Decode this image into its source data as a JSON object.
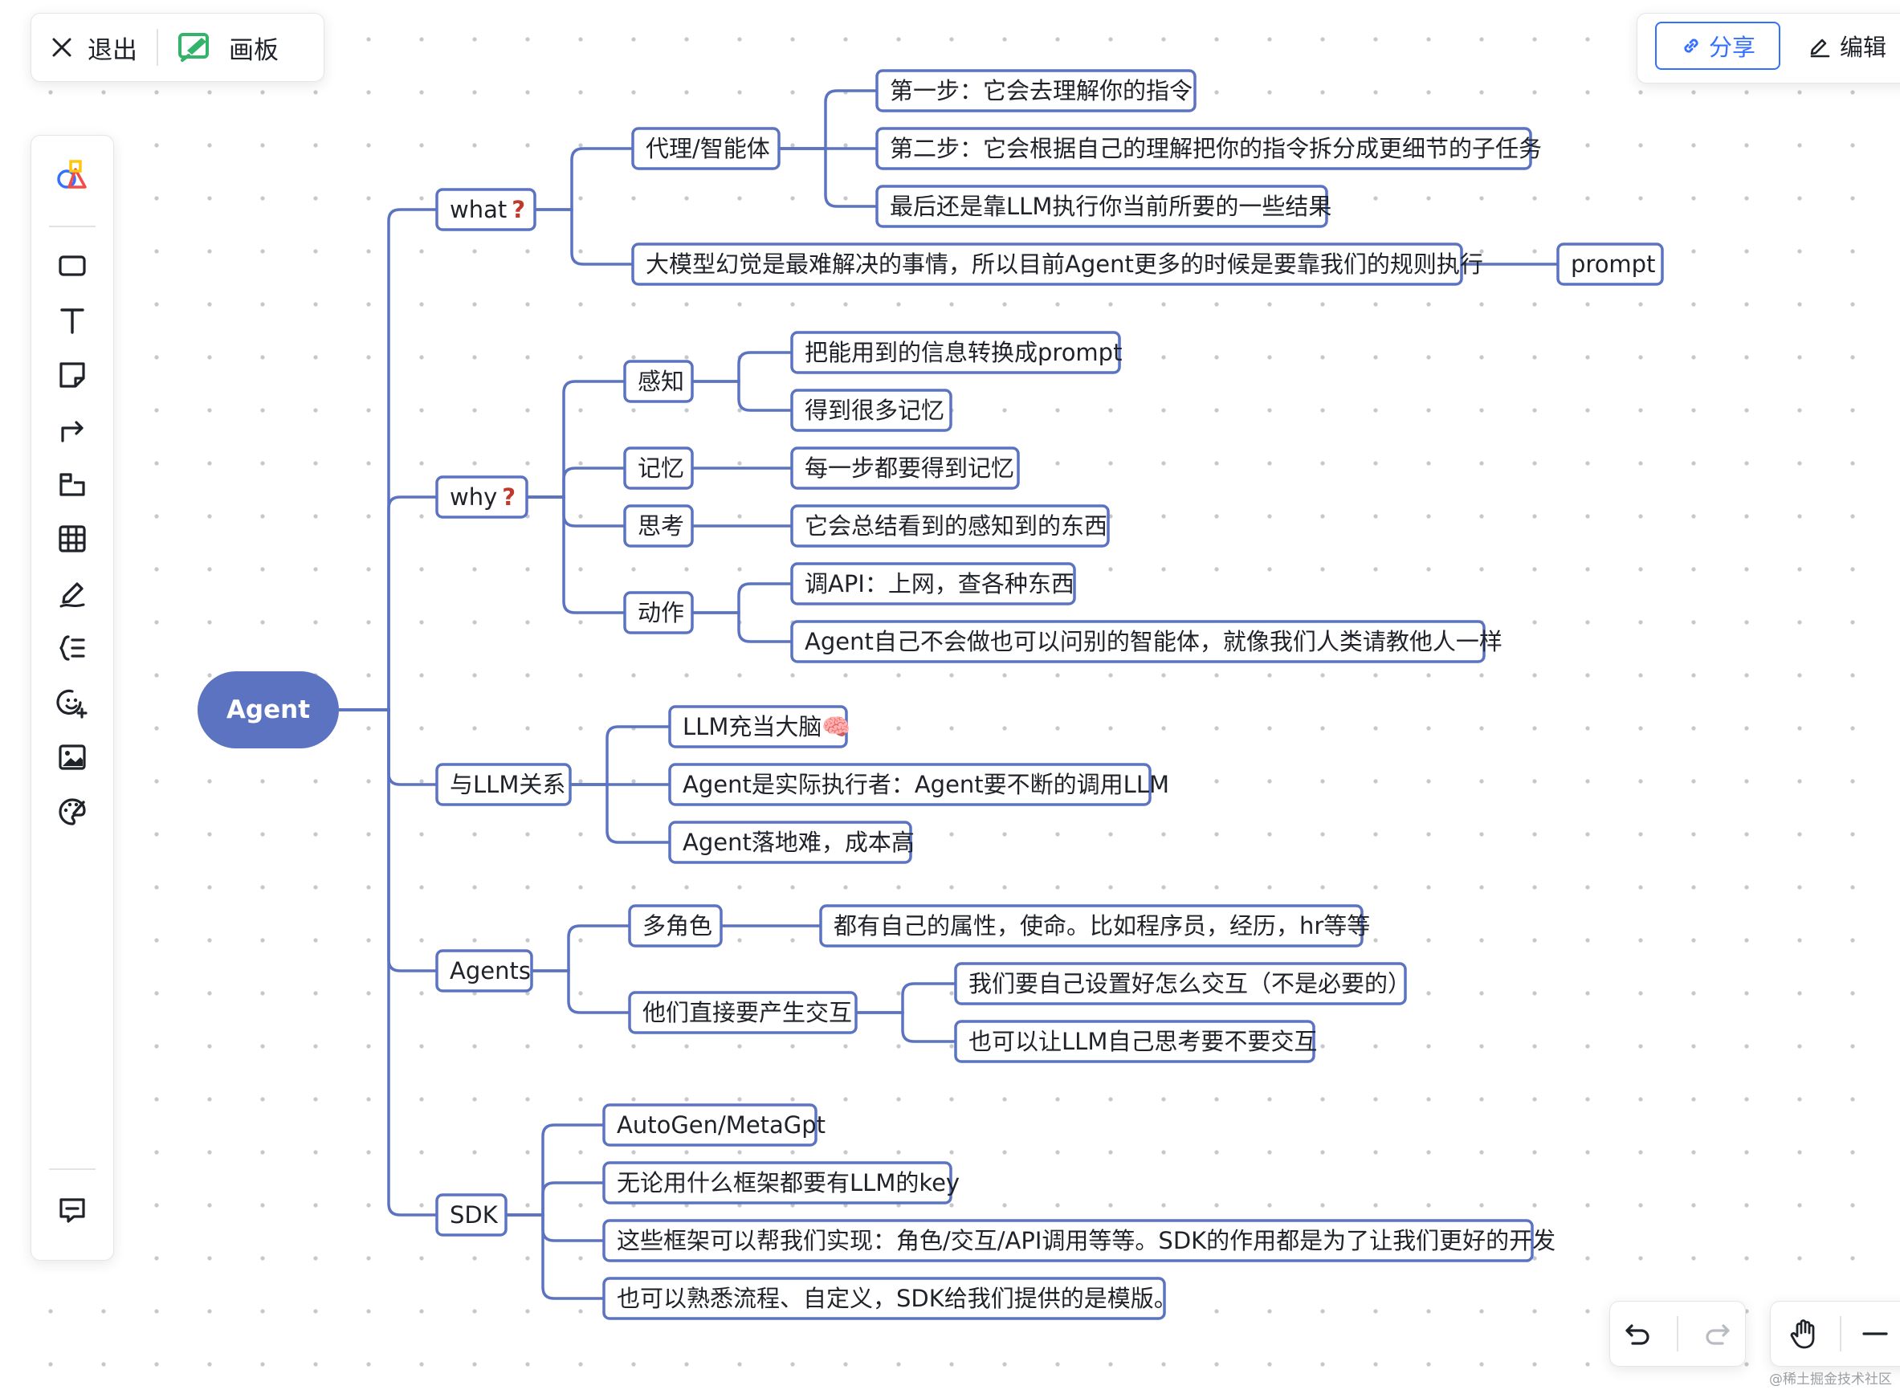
{
  "topbar": {
    "exit_label": "退出",
    "board_label": "画板"
  },
  "actions": {
    "share_label": "分享",
    "edit_label": "编辑"
  },
  "toolbox": {
    "tools": [
      "shapes-icon",
      "rectangle-icon",
      "text-icon",
      "sticky-note-icon",
      "connector-icon",
      "frame-icon",
      "table-icon",
      "pen-icon",
      "mindmap-icon",
      "sticker-icon",
      "image-icon",
      "palette-icon",
      "comment-icon"
    ]
  },
  "mindmap": {
    "root": "Agent",
    "question_mark": "?",
    "question_mark_color": "#c0392b",
    "accent_color": "#5b73c0",
    "branches": [
      {
        "label": "what",
        "question": true,
        "children": [
          {
            "label": "代理/智能体",
            "children": [
              {
                "label": "第一步：它会去理解你的指令"
              },
              {
                "label": "第二步：它会根据自己的理解把你的指令拆分成更细节的子任务"
              },
              {
                "label": "最后还是靠LLM执行你当前所要的一些结果"
              }
            ]
          },
          {
            "label": "大模型幻觉是最难解决的事情，所以目前Agent更多的时候是要靠我们的规则执行",
            "children": [
              {
                "label": "prompt"
              }
            ]
          }
        ]
      },
      {
        "label": "why",
        "question": true,
        "children": [
          {
            "label": "感知",
            "children": [
              {
                "label": "把能用到的信息转换成prompt"
              },
              {
                "label": "得到很多记忆"
              }
            ]
          },
          {
            "label": "记忆",
            "children": [
              {
                "label": "每一步都要得到记忆"
              }
            ]
          },
          {
            "label": "思考",
            "children": [
              {
                "label": "它会总结看到的感知到的东西"
              }
            ]
          },
          {
            "label": "动作",
            "children": [
              {
                "label": "调API：上网，查各种东西"
              },
              {
                "label": "Agent自己不会做也可以问别的智能体，就像我们人类请教他人一样"
              }
            ]
          }
        ]
      },
      {
        "label": "与LLM关系",
        "children": [
          {
            "label": "LLM充当大脑🧠"
          },
          {
            "label": "Agent是实际执行者：Agent要不断的调用LLM"
          },
          {
            "label": "Agent落地难，成本高"
          }
        ]
      },
      {
        "label": "Agents",
        "children": [
          {
            "label": "多角色",
            "children": [
              {
                "label": "都有自己的属性，使命。比如程序员，经历，hr等等"
              }
            ]
          },
          {
            "label": "他们直接要产生交互",
            "children": [
              {
                "label": "我们要自己设置好怎么交互（不是必要的）"
              },
              {
                "label": "也可以让LLM自己思考要不要交互"
              }
            ]
          }
        ]
      },
      {
        "label": "SDK",
        "children": [
          {
            "label": "AutoGen/MetaGpt"
          },
          {
            "label": "无论用什么框架都要有LLM的key"
          },
          {
            "label": "这些框架可以帮我们实现：角色/交互/API调用等等。SDK的作用都是为了让我们更好的开发"
          },
          {
            "label": "也可以熟悉流程、自定义，SDK给我们提供的是模版。"
          }
        ]
      }
    ]
  },
  "watermark": "@稀土掘金技术社区"
}
